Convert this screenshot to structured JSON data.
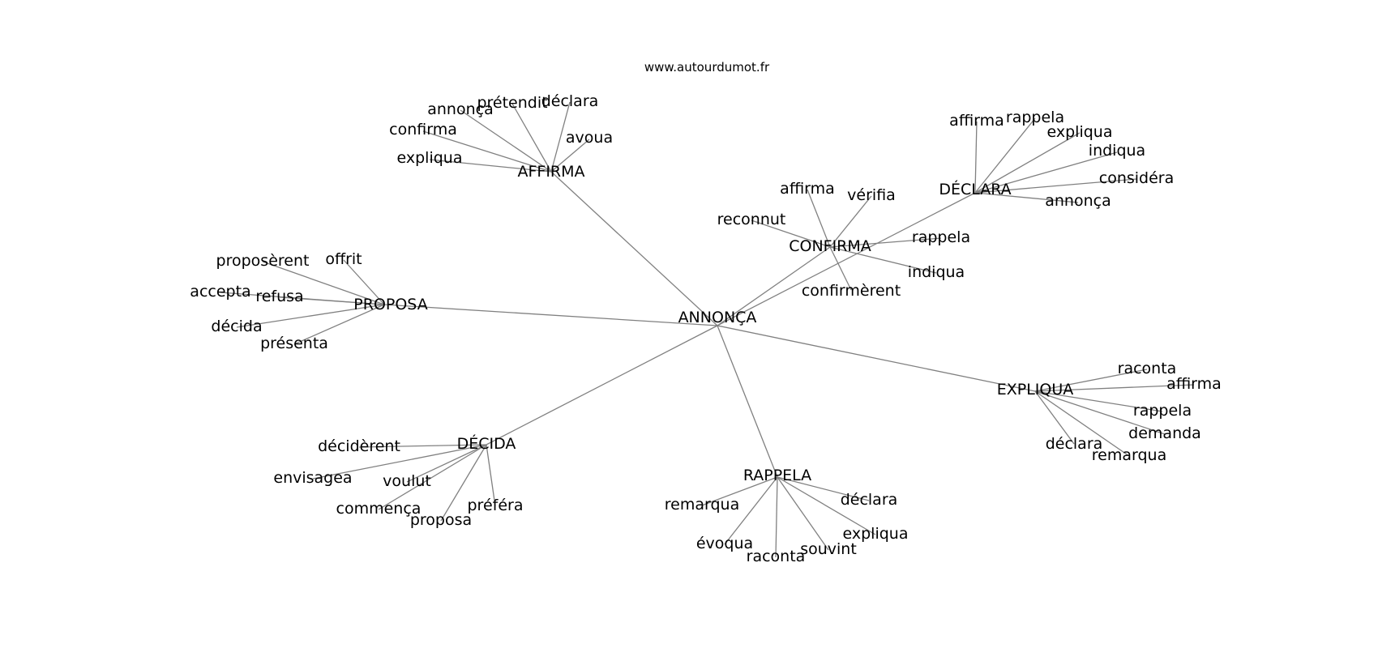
{
  "site": "www.autourdumot.fr",
  "edge_color": "#808080",
  "graph": {
    "root": "ANNONÇA",
    "hubs": [
      {
        "id": "affirma",
        "label": "AFFIRMA",
        "leaves": [
          "prétendit",
          "déclara",
          "annonça",
          "avoua",
          "confirma",
          "expliqua"
        ]
      },
      {
        "id": "declara",
        "label": "DÉCLARA",
        "leaves": [
          "affirma",
          "rappela",
          "expliqua",
          "indiqua",
          "considéra",
          "annonça"
        ]
      },
      {
        "id": "confirma",
        "label": "CONFIRMA",
        "leaves": [
          "affirma",
          "vérifia",
          "reconnut",
          "rappela",
          "indiqua",
          "confirmèrent"
        ]
      },
      {
        "id": "proposa",
        "label": "PROPOSA",
        "leaves": [
          "offrit",
          "proposèrent",
          "accepta",
          "refusa",
          "décida",
          "présenta"
        ]
      },
      {
        "id": "explique",
        "label": "EXPLIQUA",
        "leaves": [
          "raconta",
          "affirma",
          "rappela",
          "demanda",
          "déclara",
          "remarqua"
        ]
      },
      {
        "id": "decida",
        "label": "DÉCIDA",
        "leaves": [
          "décidèrent",
          "envisagea",
          "voulut",
          "préféra",
          "commença",
          "proposa"
        ]
      },
      {
        "id": "rappela",
        "label": "RAPPELA",
        "leaves": [
          "remarqua",
          "déclara",
          "expliqua",
          "évoqua",
          "souvint",
          "raconta"
        ]
      }
    ]
  }
}
